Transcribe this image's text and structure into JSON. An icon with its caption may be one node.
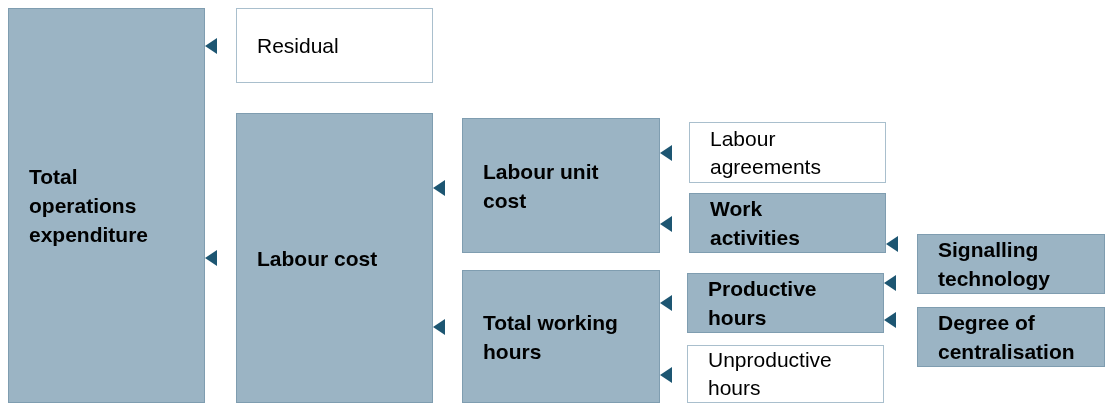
{
  "diagram": {
    "nodes": [
      {
        "text": [
          "Total operations expenditure"
        ]
      },
      {
        "text": [
          "Residual"
        ]
      },
      {
        "text": [
          "Labour cost"
        ]
      },
      {
        "text": [
          "Labour unit cost"
        ]
      },
      {
        "text": [
          "Total working hours"
        ]
      },
      {
        "text": [
          "Labour agreements"
        ]
      },
      {
        "text": [
          "Work activities"
        ]
      },
      {
        "text": [
          "Productive hours"
        ]
      },
      {
        "text": [
          "Unproductive hours"
        ]
      },
      {
        "text": [
          "Signalling technology"
        ]
      },
      {
        "text": [
          "Degree of centralisation"
        ]
      }
    ],
    "edges": [
      {
        "from": 1,
        "to": 0,
        "arrow": "to"
      },
      {
        "from": 2,
        "to": 0,
        "arrow": "to"
      },
      {
        "from": 3,
        "to": 2,
        "arrow": "to"
      },
      {
        "from": 4,
        "to": 2,
        "arrow": "to"
      },
      {
        "from": 5,
        "to": 3,
        "arrow": "to"
      },
      {
        "from": 6,
        "to": 3,
        "arrow": "to"
      },
      {
        "from": 7,
        "to": 4,
        "arrow": "to"
      },
      {
        "from": 8,
        "to": 4,
        "arrow": "to"
      },
      {
        "from": 9,
        "to": 6,
        "arrow": "to"
      },
      {
        "from": 9,
        "to": 7,
        "arrow": "to"
      },
      {
        "from": 10,
        "to": 7,
        "arrow": "to"
      }
    ]
  }
}
